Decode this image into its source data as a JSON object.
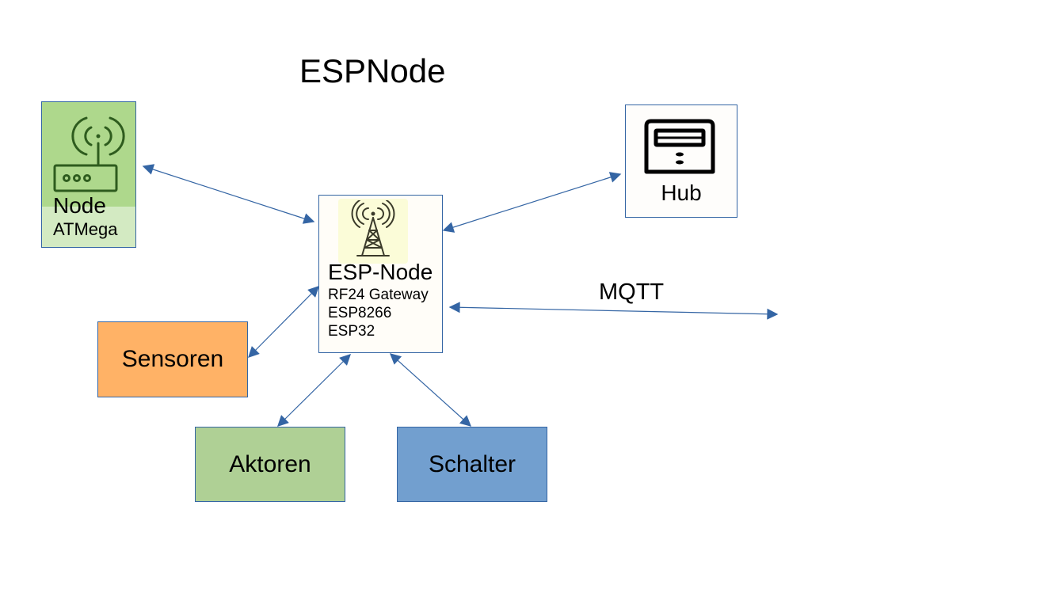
{
  "title": "ESPNode",
  "node": {
    "title": "Node",
    "subtitle": "ATMega",
    "icon": "wireless-router-icon"
  },
  "esp_node": {
    "title": "ESP-Node",
    "lines": [
      "RF24 Gateway",
      "ESP8266",
      "ESP32"
    ],
    "icon": "radio-tower-icon"
  },
  "hub": {
    "label": "Hub",
    "icon": "hub-device-icon"
  },
  "sensoren": {
    "label": "Sensoren"
  },
  "aktoren": {
    "label": "Aktoren"
  },
  "schalter": {
    "label": "Schalter"
  },
  "mqtt": {
    "label": "MQTT"
  },
  "colors": {
    "connector": "#3465a4",
    "node_fill": "#aed88c",
    "node_fill_light": "#d3eac2",
    "node_icon": "#2e5c1e",
    "esp_icon_bg": "#fbfcd8",
    "sensoren_fill": "#ffb266",
    "aktoren_fill": "#afd095",
    "schalter_fill": "#729fcf"
  }
}
